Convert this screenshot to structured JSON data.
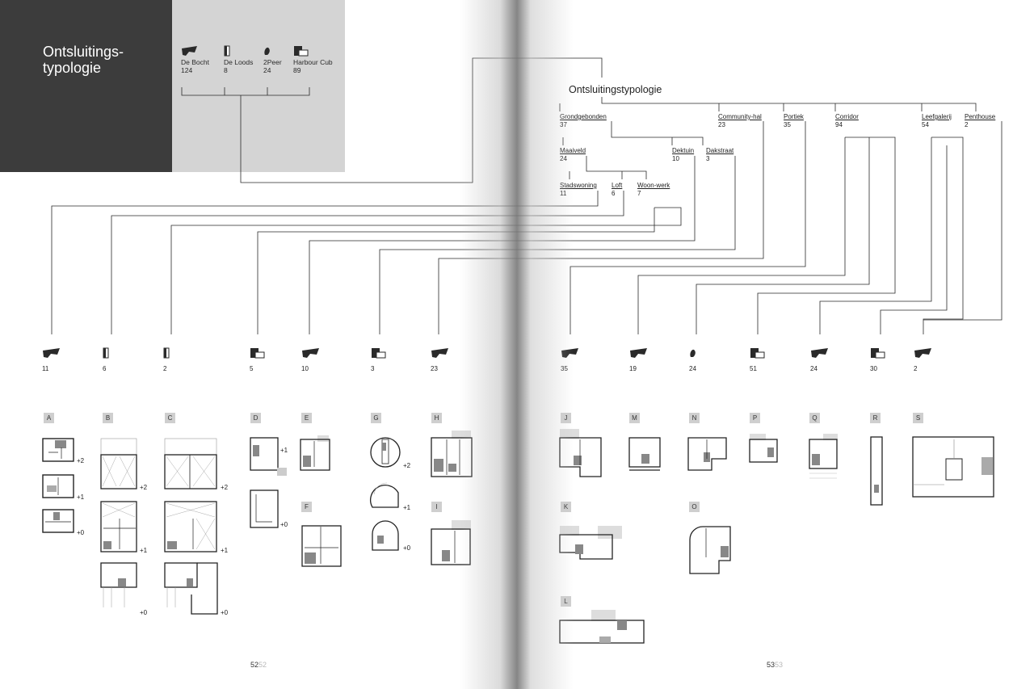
{
  "header": {
    "title_line1": "Ontsluitings-",
    "title_line2": "typologie"
  },
  "legend": [
    {
      "name": "De Bocht",
      "count": "124",
      "icon": "bocht-icon"
    },
    {
      "name": "De Loods",
      "count": "8",
      "icon": "loods-icon"
    },
    {
      "name": "2Peer",
      "count": "24",
      "icon": "peer-icon"
    },
    {
      "name": "Harbour Cub",
      "count": "89",
      "icon": "harbour-icon"
    }
  ],
  "tree": {
    "title": "Ontsluitingstypologie",
    "top": [
      {
        "name": "Grondgebonden",
        "count": "37"
      },
      {
        "name": "Community-hal",
        "count": "23"
      },
      {
        "name": "Portiek",
        "count": "35"
      },
      {
        "name": "Corridor",
        "count": "94"
      },
      {
        "name": "Leefgalerij",
        "count": "54"
      },
      {
        "name": "Penthouse",
        "count": "2"
      }
    ],
    "mid": [
      {
        "name": "Maaiveld",
        "count": "24"
      },
      {
        "name": "Dektuin",
        "count": "10"
      },
      {
        "name": "Dakstraat",
        "count": "3"
      }
    ],
    "low": [
      {
        "name": "Stadswoning",
        "count": "11"
      },
      {
        "name": "Loft",
        "count": "6"
      },
      {
        "name": "Woon-werk",
        "count": "7"
      }
    ]
  },
  "leaves": [
    {
      "count": "11",
      "icon": "bocht-icon"
    },
    {
      "count": "6",
      "icon": "loods-icon"
    },
    {
      "count": "2",
      "icon": "loods-icon"
    },
    {
      "count": "5",
      "icon": "harbour-icon"
    },
    {
      "count": "10",
      "icon": "bocht-icon"
    },
    {
      "count": "3",
      "icon": "harbour-icon"
    },
    {
      "count": "23",
      "icon": "bocht-icon"
    },
    {
      "count": "35",
      "icon": "bocht-icon"
    },
    {
      "count": "19",
      "icon": "bocht-icon"
    },
    {
      "count": "24",
      "icon": "peer-icon"
    },
    {
      "count": "51",
      "icon": "harbour-icon"
    },
    {
      "count": "24",
      "icon": "bocht-icon"
    },
    {
      "count": "30",
      "icon": "harbour-icon"
    },
    {
      "count": "2",
      "icon": "bocht-icon"
    }
  ],
  "letters": [
    "A",
    "B",
    "C",
    "D",
    "E",
    "G",
    "H",
    "J",
    "M",
    "N",
    "P",
    "Q",
    "R",
    "S",
    "F",
    "I",
    "K",
    "O",
    "L"
  ],
  "levels": {
    "plus2": "+2",
    "plus1": "+1",
    "plus0": "+0"
  },
  "page_numbers": {
    "left": "52",
    "left_ghost": "52",
    "right": "53",
    "right_ghost": "53"
  },
  "colors": {
    "dark_panel": "#3c3c3c",
    "grey_panel": "#d4d4d4",
    "label_box": "#cfcfcf",
    "ink": "#2a2a2a"
  }
}
